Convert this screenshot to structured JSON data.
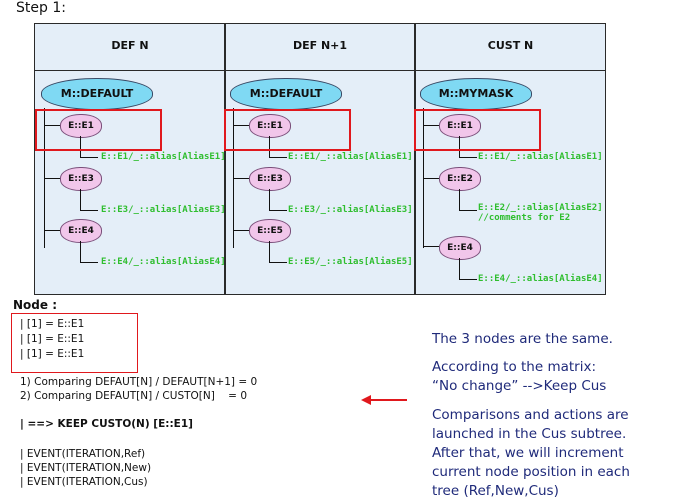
{
  "step_label": "Step 1:",
  "columns": [
    {
      "header": "DEF N",
      "root": "M::DEFAULT",
      "nodes": [
        {
          "label": "E::E1",
          "alias": "E::E1/_::alias[AliasE1]"
        },
        {
          "label": "E::E3",
          "alias": "E::E3/_::alias[AliasE3]"
        },
        {
          "label": "E::E4",
          "alias": "E::E4/_::alias[AliasE4]"
        }
      ]
    },
    {
      "header": "DEF N+1",
      "root": "M::DEFAULT",
      "nodes": [
        {
          "label": "E::E1",
          "alias": "E::E1/_::alias[AliasE1]"
        },
        {
          "label": "E::E3",
          "alias": "E::E3/_::alias[AliasE3]"
        },
        {
          "label": "E::E5",
          "alias": "E::E5/_::alias[AliasE5]"
        }
      ]
    },
    {
      "header": "CUST N",
      "root": "M::MYMASK",
      "nodes": [
        {
          "label": "E::E1",
          "alias": "E::E1/_::alias[AliasE1]"
        },
        {
          "label": "E::E2",
          "alias": "E::E2/_::alias[AliasE2]",
          "comment": "//comments for E2"
        },
        {
          "label": "E::E4",
          "alias": "E::E4/_::alias[AliasE4]"
        }
      ]
    }
  ],
  "node_section": {
    "title": "Node :",
    "lines": [
      "| [1] = E::E1",
      "| [1] = E::E1",
      "| [1] = E::E1"
    ]
  },
  "comparisons": [
    "1) Comparing DEFAUT[N] / DEFAUT[N+1] = 0",
    "2) Comparing DEFAUT[N] / CUSTO[N]    = 0"
  ],
  "keep_line": "| ==> KEEP CUSTO(N) [E::E1]",
  "events": [
    "| EVENT(ITERATION,Ref)",
    "| EVENT(ITERATION,New)",
    "| EVENT(ITERATION,Cus)"
  ],
  "notes": [
    "The 3 nodes are the same.",
    "According to the matrix:",
    "“No change” -->Keep Cus",
    "Comparisons and actions are",
    "launched in the Cus subtree.",
    "After that, we will increment",
    "current node position in each",
    "tree (Ref,New,Cus)"
  ],
  "colors": {
    "panel_bg": "#e4eef8",
    "mask_ellipse": "#7fd9f3",
    "node_ellipse": "#f1c6ea",
    "alias_text": "#2fbe2f",
    "highlight_red": "#e0181d",
    "note_text": "#1f2a7a"
  }
}
